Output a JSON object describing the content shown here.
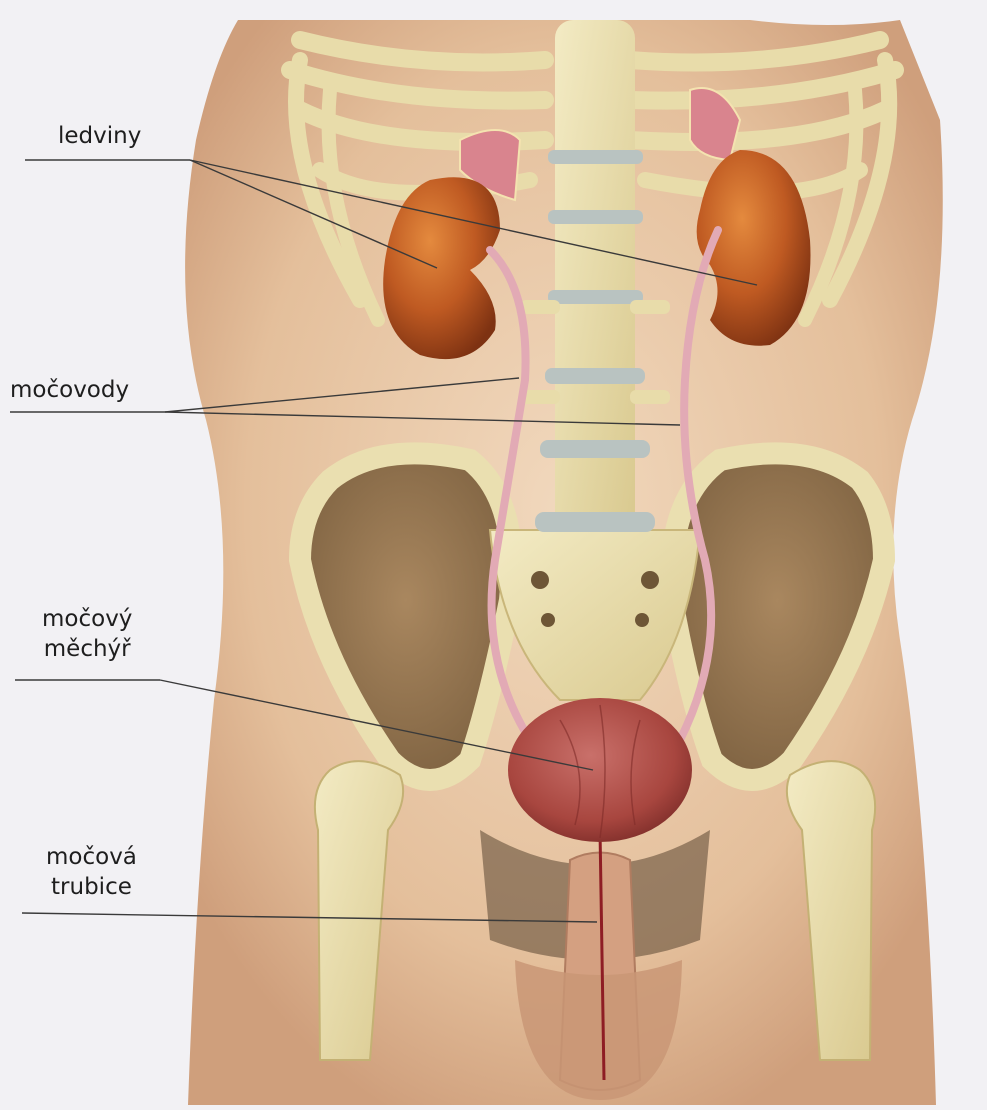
{
  "labels": {
    "kidneys": "ledviny",
    "ureters": "močovody",
    "bladder": [
      "močový",
      "měchýř"
    ],
    "urethra": [
      "močová",
      "trubice"
    ]
  },
  "colors": {
    "background": "#f2f1f4",
    "skin": "#e7c6a6",
    "bone": "#e9dfb0",
    "kidney": "#b4501c",
    "bladder": "#a94a44",
    "ureter": "#d9a3ad",
    "leader_line": "#3a3a3a"
  }
}
